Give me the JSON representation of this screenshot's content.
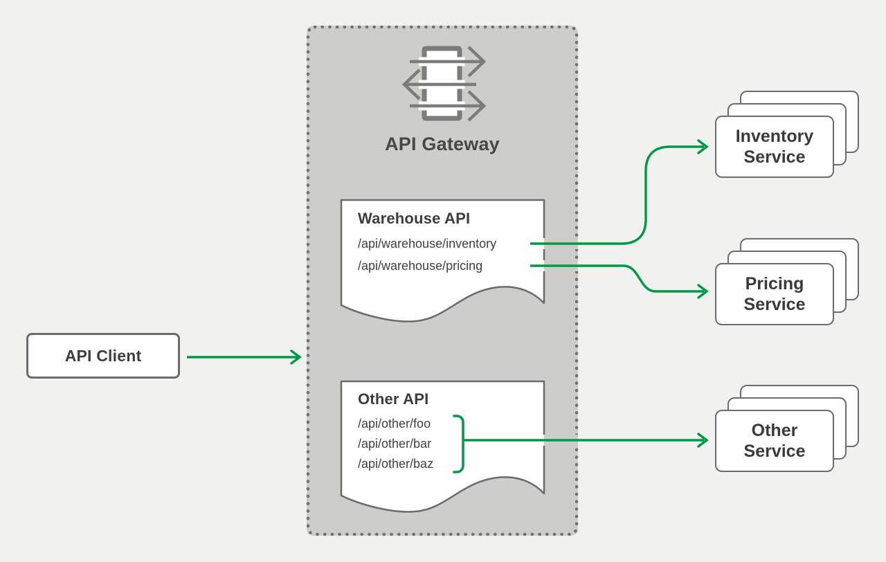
{
  "client": {
    "label": "API Client"
  },
  "gateway": {
    "title": "API Gateway",
    "icon": "gateway-routing-icon",
    "apis": [
      {
        "title": "Warehouse API",
        "routes": [
          "/api/warehouse/inventory",
          "/api/warehouse/pricing"
        ]
      },
      {
        "title": "Other API",
        "routes": [
          "/api/other/foo",
          "/api/other/bar",
          "/api/other/baz"
        ]
      }
    ]
  },
  "services": [
    {
      "name": "Inventory Service",
      "lines": [
        "Inventory",
        "Service"
      ]
    },
    {
      "name": "Pricing Service",
      "lines": [
        "Pricing",
        "Service"
      ]
    },
    {
      "name": "Other Service",
      "lines": [
        "Other",
        "Service"
      ]
    }
  ],
  "connections": [
    {
      "from": "API Client",
      "to": "API Gateway"
    },
    {
      "from": "/api/warehouse/inventory",
      "to": "Inventory Service"
    },
    {
      "from": "/api/warehouse/pricing",
      "to": "Pricing Service"
    },
    {
      "from": "/api/other/foo, /api/other/bar, /api/other/baz",
      "to": "Other Service"
    }
  ],
  "colors": {
    "green": "#009a44",
    "container_fill": "#cdcdcb",
    "dot_border": "#717171",
    "box_border": "#6b6b6b",
    "icon_gray": "#7b7b7a",
    "text": "#3f3f3f",
    "page_bg": "#f1f1f0",
    "card_fill": "#ffffff"
  }
}
